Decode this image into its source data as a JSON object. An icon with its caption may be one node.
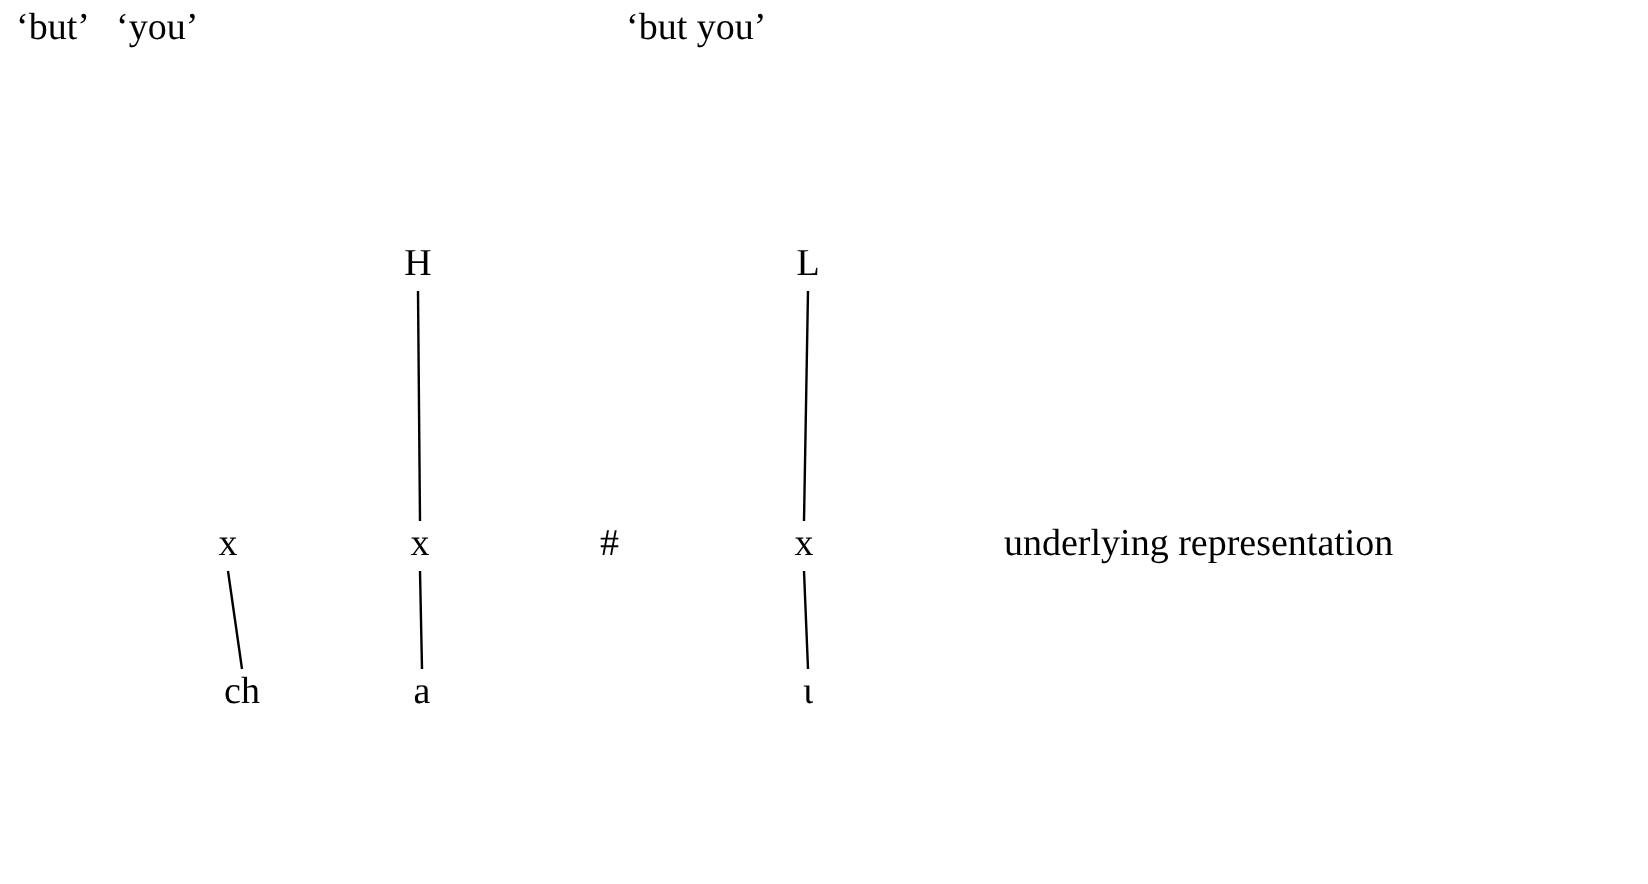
{
  "diagram": {
    "nodes": [
      {
        "text": [
          "H"
        ]
      },
      {
        "text": [
          "L"
        ]
      },
      {
        "text": [
          "x"
        ]
      },
      {
        "text": [
          "x"
        ]
      },
      {
        "text": [
          "x"
        ]
      },
      {
        "text": [
          "ch"
        ]
      },
      {
        "text": [
          "a"
        ]
      },
      {
        "text": [
          "ι"
        ]
      }
    ],
    "edges": [
      {
        "from": 0,
        "to": 3,
        "arrow": "none"
      },
      {
        "from": 1,
        "to": 4,
        "arrow": "none"
      },
      {
        "from": 2,
        "to": 5,
        "arrow": "none"
      },
      {
        "from": 3,
        "to": 6,
        "arrow": "none"
      },
      {
        "from": 4,
        "to": 7,
        "arrow": "none"
      }
    ],
    "labels": [
      "‘but’",
      "‘you’",
      "‘but you’",
      "#",
      "underlying representation"
    ]
  }
}
